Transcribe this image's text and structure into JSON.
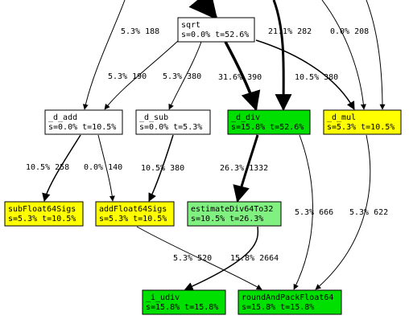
{
  "colors": {
    "white": "#ffffff",
    "yellow": "#ffff00",
    "green": "#00e000",
    "light_green": "#80f080",
    "line": "#000000"
  },
  "nodes": {
    "sqrt": {
      "name": "sqrt",
      "stats": "s=0.0% t=52.6%",
      "fill": "white"
    },
    "d_add": {
      "name": "_d_add",
      "stats": "s=0.0% t=10.5%",
      "fill": "white"
    },
    "d_sub": {
      "name": "_d_sub",
      "stats": "s=0.0% t=5.3%",
      "fill": "white"
    },
    "d_div": {
      "name": "_d_div",
      "stats": "s=15.8% t=52.6%",
      "fill": "green"
    },
    "d_mul": {
      "name": "_d_mul",
      "stats": "s=5.3% t=10.5%",
      "fill": "yellow"
    },
    "subFloat64Sigs": {
      "name": "subFloat64Sigs",
      "stats": "s=5.3% t=10.5%",
      "fill": "yellow"
    },
    "addFloat64Sigs": {
      "name": "addFloat64Sigs",
      "stats": "s=5.3% t=10.5%",
      "fill": "yellow"
    },
    "estimateDiv64To32": {
      "name": "estimateDiv64To32",
      "stats": "s=10.5% t=26.3%",
      "fill": "light_green"
    },
    "i_udiv": {
      "name": "_i_udiv",
      "stats": "s=15.8% t=15.8%",
      "fill": "green"
    },
    "roundAndPackFloat64": {
      "name": "roundAndPackFloat64",
      "stats": "s=15.8% t=15.8%",
      "fill": "green"
    }
  },
  "edge_labels": {
    "top_left": "5.3% 188",
    "top_div": "21.1% 282",
    "top_mul": "0.0% 208",
    "sqrt_add": "5.3% 190",
    "sqrt_sub": "5.3% 380",
    "sqrt_div": "31.6% 390",
    "sqrt_mul": "10.5% 380",
    "add_subsigs": "10.5% 258",
    "add_addsigs": "0.0% 140",
    "sub_addsigs": "10.5% 380",
    "div_est": "26.3% 1332",
    "div_round": "5.3% 666",
    "mul_round": "5.3% 622",
    "addsigs_round": "5.3% 520",
    "est_udiv": "15.8% 2664"
  }
}
